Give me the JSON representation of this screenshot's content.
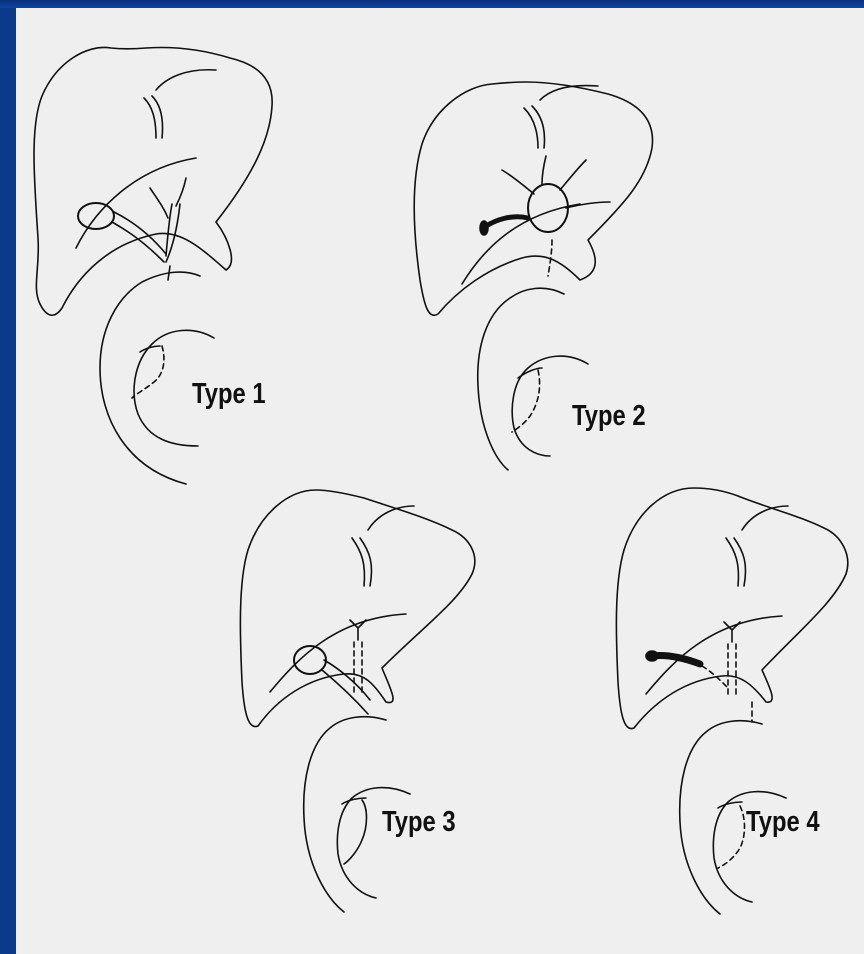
{
  "figure": {
    "panels": [
      {
        "id": "type-1",
        "label": "Type 1"
      },
      {
        "id": "type-2",
        "label": "Type 2"
      },
      {
        "id": "type-3",
        "label": "Type 3"
      },
      {
        "id": "type-4",
        "label": "Type 4"
      }
    ]
  },
  "colors": {
    "background_frame": "#0b3a8c",
    "panel": "#efefef",
    "ink": "#111111"
  }
}
